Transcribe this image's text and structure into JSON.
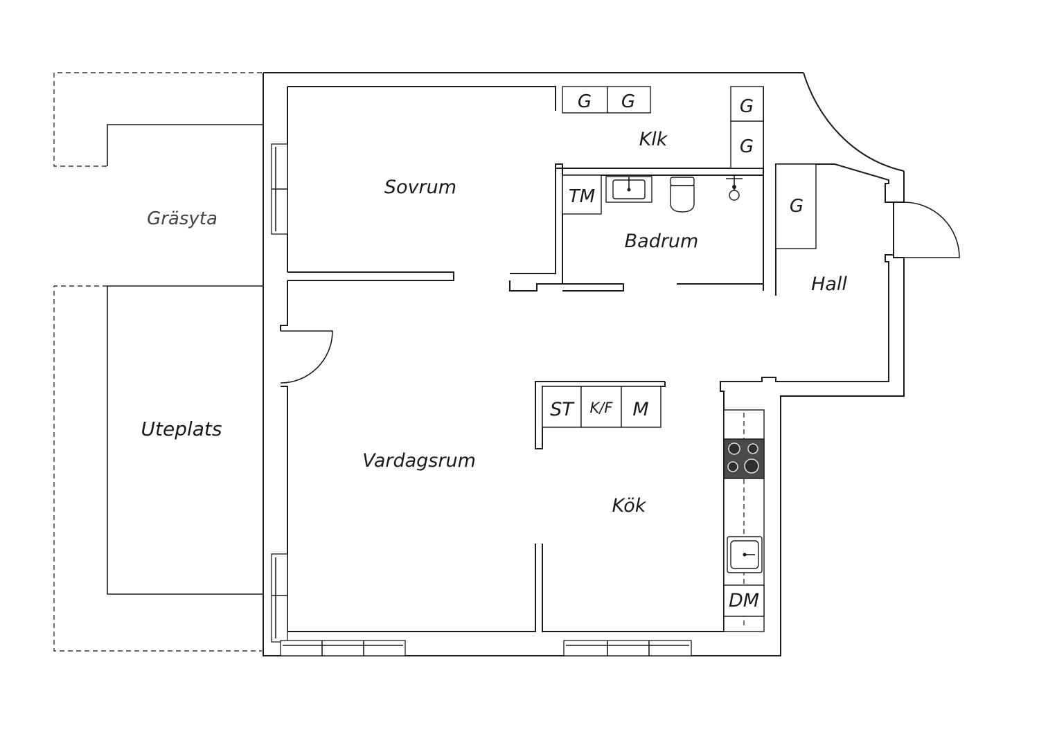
{
  "rooms": {
    "sovrum": "Sovrum",
    "klk": "Klk",
    "badrum": "Badrum",
    "hall": "Hall",
    "vardagsrum": "Vardagsrum",
    "kok": "Kök"
  },
  "outdoor": {
    "grasyta": "Gräsyta",
    "uteplats": "Uteplats"
  },
  "fixtures": {
    "wardrobe": "G",
    "washing_machine": "TM",
    "stove_cabinet": "ST",
    "fridge_freezer": "K/F",
    "microwave": "M",
    "dishwasher": "DM"
  },
  "icons": [
    "door-swing-icon",
    "window-icon",
    "sink-icon",
    "toilet-icon",
    "shower-icon",
    "cooktop-icon",
    "kitchen-sink-icon"
  ],
  "colors": {
    "line": "#1a1a1a",
    "cooktop": "#4a4a4a"
  }
}
